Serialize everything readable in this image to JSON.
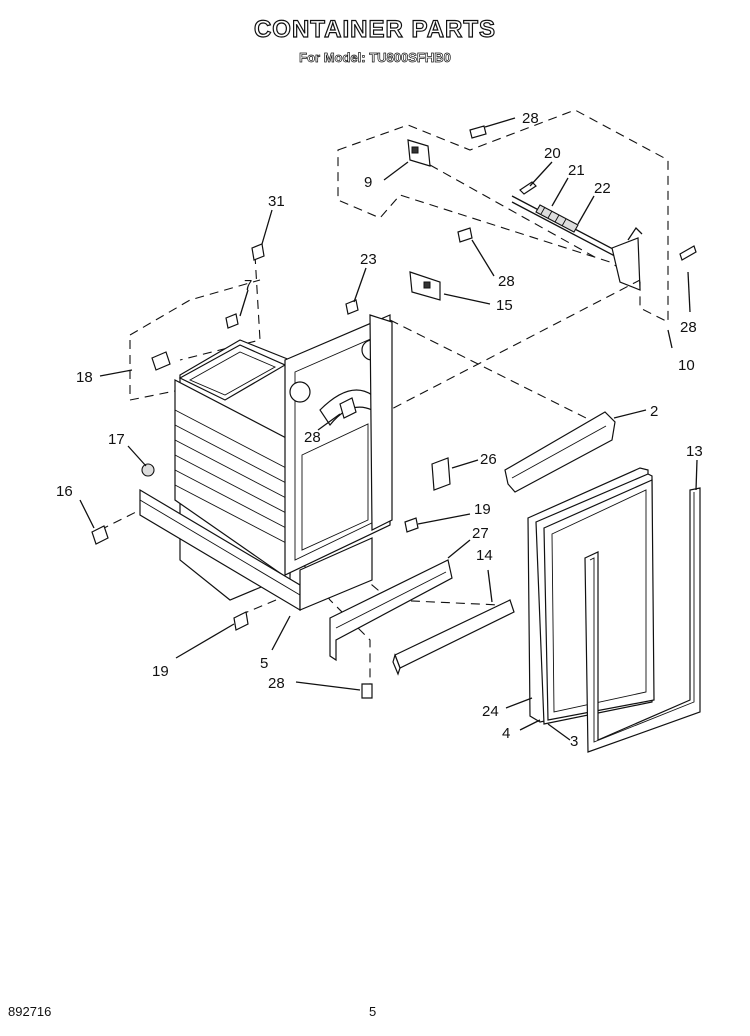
{
  "header": {
    "title": "CONTAINER PARTS",
    "model": "For Model: TU800SFHB0"
  },
  "footer": {
    "doc_number": "892716",
    "page_number": "5"
  },
  "callouts": {
    "c28a": "28",
    "c9": "9",
    "c20": "20",
    "c21": "21",
    "c22": "22",
    "c28b": "28",
    "c10": "10",
    "c31": "31",
    "c23": "23",
    "c28c": "28",
    "c15": "15",
    "c7": "7",
    "c18": "18",
    "c2": "2",
    "c28d": "28",
    "c17": "17",
    "c26": "26",
    "c13": "13",
    "c16": "16",
    "c19a": "19",
    "c27": "27",
    "c14": "14",
    "c19b": "19",
    "c5": "5",
    "c28e": "28",
    "c24": "24",
    "c4": "4",
    "c3": "3"
  }
}
